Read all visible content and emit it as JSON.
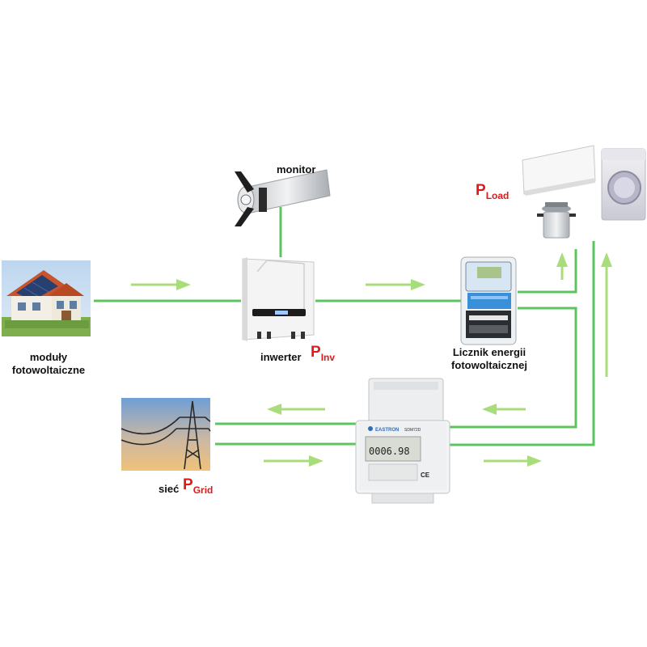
{
  "labels": {
    "pv_modules_line1": "moduły",
    "pv_modules_line2": "fotowoltaiczne",
    "monitor": "monitor",
    "inverter": "inwerter",
    "pv_meter_line1": "Licznik energii",
    "pv_meter_line2": "fotowoltaicznej",
    "grid": "sieć"
  },
  "power_symbols": {
    "inverter": {
      "main": "P",
      "sub": "Inv"
    },
    "load": {
      "main": "P",
      "sub": "Load"
    },
    "grid": {
      "main": "P",
      "sub": "Grid"
    }
  },
  "meter_display": {
    "brand": "EASTRON",
    "model": "SDM72D",
    "reading": "0006.98",
    "ce_mark": "CE"
  },
  "colors": {
    "line": "#5cc45e",
    "arrow": "#a9dd7b",
    "power_symbol": "#e0191b"
  },
  "icons": [
    "house-solar-icon",
    "monitor-icon",
    "inverter-icon",
    "pv-meter-icon",
    "grid-tower-icon",
    "din-meter-icon",
    "air-conditioner-icon",
    "washing-machine-icon",
    "pressure-cooker-icon"
  ]
}
